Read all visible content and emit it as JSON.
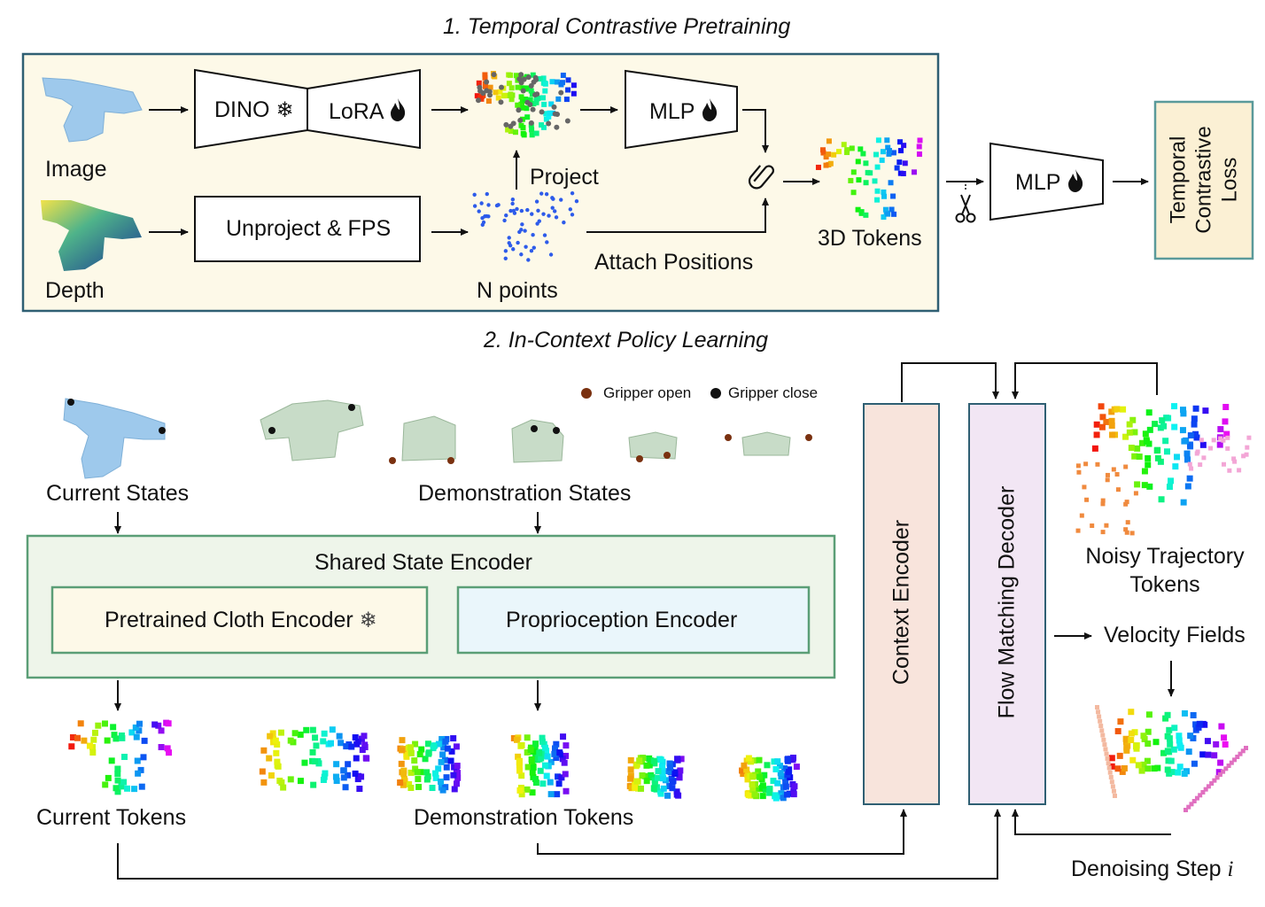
{
  "sections": {
    "pretraining_title": "1. Temporal Contrastive Pretraining",
    "policy_title": "2. In-Context Policy Learning"
  },
  "pretraining": {
    "image_label": "Image",
    "depth_label": "Depth",
    "dino_label": "DINO",
    "lora_label": "LoRA",
    "unproject_label": "Unproject & FPS",
    "project_label": "Project",
    "n_points_label": "N points",
    "attach_positions_label": "Attach Positions",
    "mlp1_label": "MLP",
    "tokens_label": "3D Tokens",
    "mlp2_label": "MLP",
    "loss_label": "Temporal Contrastive Loss"
  },
  "policy": {
    "legend": {
      "open": "Gripper open",
      "close": "Gripper close"
    },
    "current_states_label": "Current States",
    "demo_states_label": "Demonstration States",
    "shared_encoder_label": "Shared State Encoder",
    "cloth_encoder_label": "Pretrained Cloth Encoder",
    "proprio_encoder_label": "Proprioception Encoder",
    "current_tokens_label": "Current Tokens",
    "demo_tokens_label": "Demonstration Tokens",
    "context_encoder_label": "Context Encoder",
    "flow_decoder_label": "Flow Matching Decoder",
    "noisy_tokens_label": "Noisy Trajectory Tokens",
    "velocity_label": "Velocity Fields",
    "denoising_label": "Denoising Step",
    "denoising_symbol": "i"
  },
  "colors": {
    "panel_bg": "#fdf9e8",
    "panel_border": "#2f5f73",
    "shared_bg": "#eef5ea",
    "shared_border": "#5a9e76",
    "cloth_bg": "#fdf9e8",
    "proprio_bg": "#eaf6fb",
    "context_bg": "#f8e4dc",
    "flow_bg": "#f2e6f4",
    "loss_bg": "#fbf0d4",
    "loss_border": "#5a9a9a",
    "gripper_open": "#7a3110",
    "gripper_close": "#111111"
  },
  "icons": [
    "snowflake-icon",
    "flame-icon",
    "paperclip-icon",
    "scissors-icon"
  ]
}
